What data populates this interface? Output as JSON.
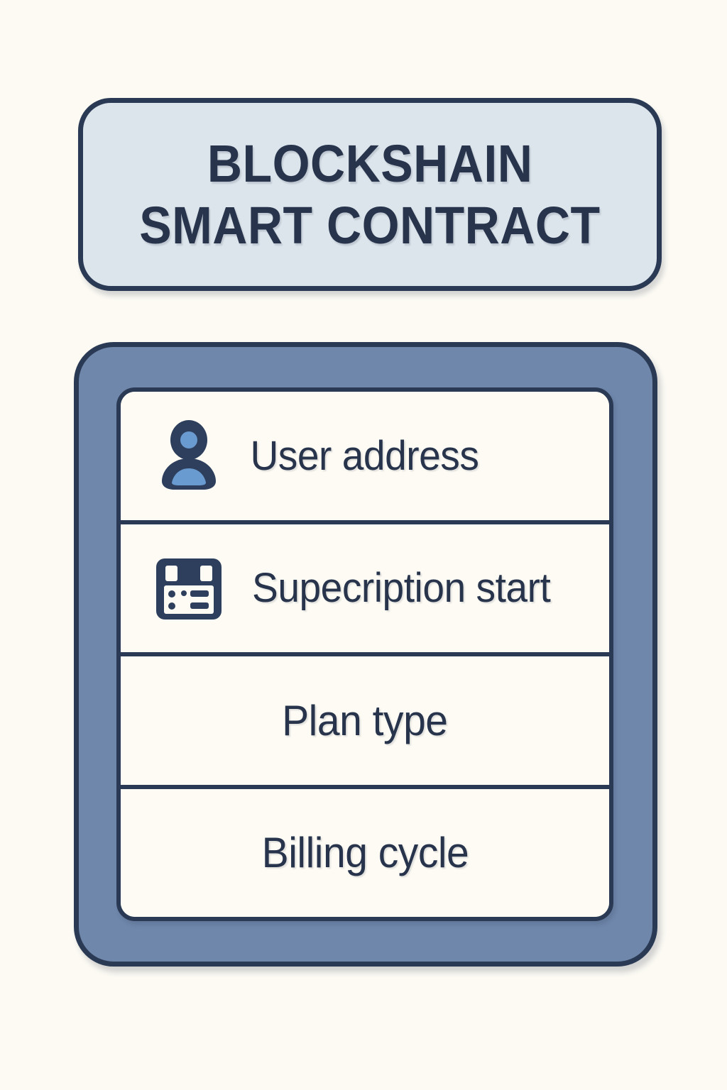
{
  "page": {
    "background_color": "#fcfaf3"
  },
  "title_card": {
    "name": "blockchain-smart-contract-title",
    "lines": [
      "BLOCKSHAIN",
      "SMART CONTRACT"
    ],
    "fill_color": "#dde5ec",
    "border_color": "#2b3a54",
    "text_color": "#27344c"
  },
  "contract": {
    "frame_color": "#6f87ab",
    "border_color": "#2b3a54",
    "card_color": "#fdfbf4",
    "fields": [
      {
        "label": "User address",
        "icon": "user-icon",
        "has_icon": true
      },
      {
        "label": "Supecription start",
        "icon": "calendar-icon",
        "has_icon": true
      },
      {
        "label": "Plan type",
        "icon": "",
        "has_icon": false
      },
      {
        "label": "Billing cycle",
        "icon": "",
        "has_icon": false
      }
    ]
  },
  "colors": {
    "navy": "#27344c",
    "navy_border": "#2b3a54",
    "slate_blue": "#6f87ab",
    "accent_light_blue": "#6a9bd0",
    "cream": "#fdfbf4",
    "pale_blue": "#dde5ec"
  }
}
